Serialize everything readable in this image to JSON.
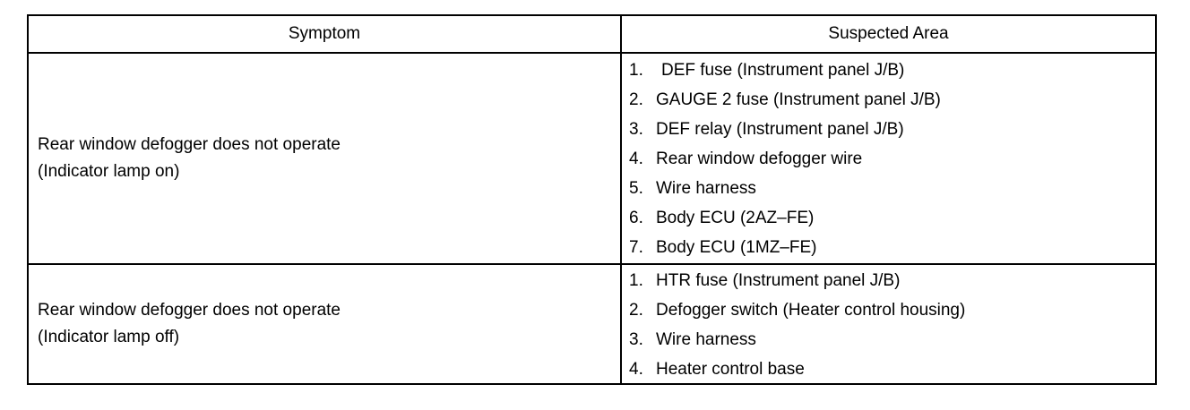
{
  "table": {
    "headers": {
      "symptom": "Symptom",
      "suspected_area": "Suspected Area"
    },
    "rows": [
      {
        "symptom": [
          "Rear window defogger does not operate",
          "(Indicator lamp on)"
        ],
        "areas": [
          {
            "num": "1.",
            "text": "DEF fuse (Instrument panel J/B)"
          },
          {
            "num": "2.",
            "text": "GAUGE 2 fuse (Instrument panel J/B)"
          },
          {
            "num": "3.",
            "text": "DEF relay (Instrument panel J/B)"
          },
          {
            "num": "4.",
            "text": "Rear window defogger wire"
          },
          {
            "num": "5.",
            "text": "Wire harness"
          },
          {
            "num": "6.",
            "text": "Body ECU (2AZ–FE)"
          },
          {
            "num": "7.",
            "text": "Body ECU (1MZ–FE)"
          }
        ]
      },
      {
        "symptom": [
          "Rear window defogger does not operate",
          "(Indicator lamp off)"
        ],
        "areas": [
          {
            "num": "1.",
            "text": "HTR fuse (Instrument panel J/B)"
          },
          {
            "num": "2.",
            "text": "Defogger switch (Heater control housing)"
          },
          {
            "num": "3.",
            "text": "Wire harness"
          },
          {
            "num": "4.",
            "text": "Heater control base"
          }
        ]
      }
    ]
  }
}
